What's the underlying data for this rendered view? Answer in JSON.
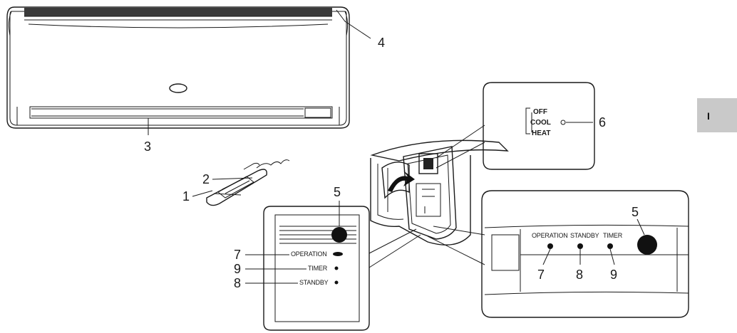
{
  "callouts": {
    "c1": "1",
    "c2": "2",
    "c3": "3",
    "c4": "4",
    "c5_panel": "5",
    "c5_detail": "5",
    "c6": "6",
    "c7_panel": "7",
    "c7_detail": "7",
    "c8_panel": "8",
    "c8_detail": "8",
    "c9_panel": "9",
    "c9_detail": "9"
  },
  "panel_labels": {
    "operation": "OPERATION",
    "timer": "TIMER",
    "standby": "STANDBY"
  },
  "detail_labels": {
    "operation": "OPERATION",
    "standby": "STANDBY",
    "timer": "TIMER"
  },
  "switch_labels": {
    "off": "OFF",
    "cool": "COOL",
    "heat": "HEAT"
  },
  "side_tab": "I",
  "colors": {
    "line": "#1a1a1a",
    "tab_bg": "#c9c9c9",
    "unit_fill": "#ffffff",
    "grille": "#3a3a3a"
  }
}
